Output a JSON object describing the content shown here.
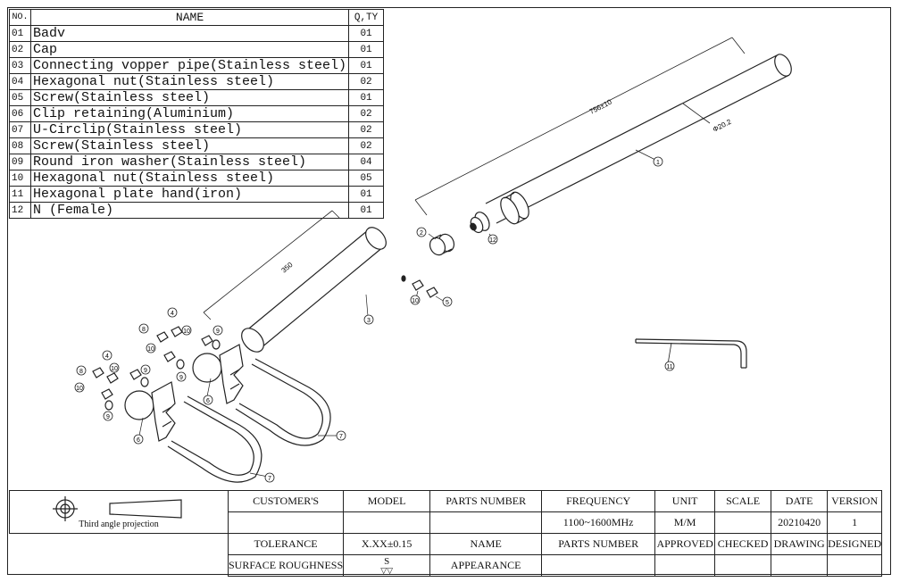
{
  "parts_table": {
    "headers": {
      "no": "NO.",
      "name": "NAME",
      "qty": "Q,TY"
    },
    "rows": [
      {
        "no": "01",
        "name": "Badv",
        "qty": "01"
      },
      {
        "no": "02",
        "name": "Cap",
        "qty": "01"
      },
      {
        "no": "03",
        "name": "Connecting vopper pipe(Stainless steel)",
        "qty": "01"
      },
      {
        "no": "04",
        "name": "Hexagonal nut(Stainless steel)",
        "qty": "02"
      },
      {
        "no": "05",
        "name": "Screw(Stainless steel)",
        "qty": "01"
      },
      {
        "no": "06",
        "name": "Clip retaining(Aluminium)",
        "qty": "02"
      },
      {
        "no": "07",
        "name": "U-Circlip(Stainless steel)",
        "qty": "02"
      },
      {
        "no": "08",
        "name": "Screw(Stainless steel)",
        "qty": "02"
      },
      {
        "no": "09",
        "name": "Round iron washer(Stainless steel)",
        "qty": "04"
      },
      {
        "no": "10",
        "name": "Hexagonal nut(Stainless steel)",
        "qty": "05"
      },
      {
        "no": "11",
        "name": "Hexagonal plate hand(iron)",
        "qty": "01"
      },
      {
        "no": "12",
        "name": "N (Female)",
        "qty": "01"
      }
    ]
  },
  "drawing": {
    "dim_long": "756±10",
    "dim_dia": "Φ20.2",
    "dim_short": "350",
    "balloons": {
      "b1": "1",
      "b2": "2",
      "b3": "3",
      "b4a": "4",
      "b4b": "4",
      "b5": "5",
      "b6a": "6",
      "b6b": "6",
      "b7a": "7",
      "b7b": "7",
      "b8a": "8",
      "b8b": "8",
      "b9a": "9",
      "b9b": "9",
      "b9c": "9",
      "b9d": "9",
      "b10a": "10",
      "b10b": "10",
      "b10c": "10",
      "b10d": "10",
      "b10e": "10",
      "b11": "11",
      "b12": "12"
    }
  },
  "title_block": {
    "projection": "Third angle projection",
    "customers": "CUSTOMER'S",
    "model": "MODEL",
    "parts_number": "PARTS NUMBER",
    "frequency": "FREQUENCY",
    "unit": "UNIT",
    "scale": "SCALE",
    "date": "DATE",
    "version": "VERSION",
    "frequency_value": "1100~1600MHz",
    "unit_value": "M/M",
    "date_value": "20210420",
    "version_value": "1",
    "tolerance": "TOLERANCE",
    "tolerance_value": "X.XX±0.15",
    "name": "NAME",
    "parts_number_2": "PARTS NUMBER",
    "approved": "APPROVED",
    "checked": "CHECKED",
    "drawing": "DRAWING",
    "designed": "DESIGNED",
    "surface_roughness": "SURFACE ROUGHNESS",
    "roughness_symbol": "S",
    "appearance": "APPEARANCE"
  }
}
